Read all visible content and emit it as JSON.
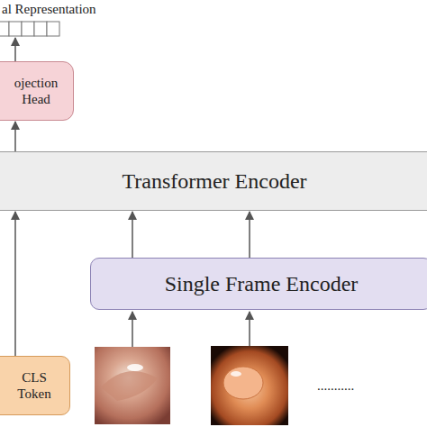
{
  "diagram": {
    "nodes": [
      {
        "text": [
          "ojection Head"
        ]
      },
      {
        "text": [
          "Transformer Encoder"
        ]
      },
      {
        "text": [
          "Single Frame Encoder"
        ]
      },
      {
        "text": [
          "CLS Token"
        ]
      }
    ],
    "edges": [
      {
        "from": 1,
        "to": 0,
        "arrow": "to"
      },
      {
        "from": 2,
        "to": 1,
        "arrow": "to"
      },
      {
        "from": 2,
        "to": 1,
        "arrow": "to"
      },
      {
        "from": 3,
        "to": 1,
        "arrow": "to"
      }
    ],
    "labels": [
      "al Representation",
      "..........."
    ]
  }
}
